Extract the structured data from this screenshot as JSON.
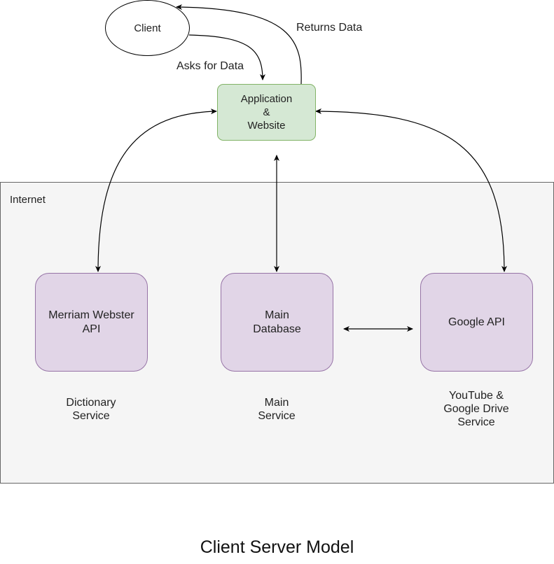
{
  "diagram": {
    "title": "Client Server Model",
    "internet_label": "Internet",
    "client": "Client",
    "application": {
      "lines": [
        "Application",
        "&",
        "Website"
      ]
    },
    "services": {
      "merriam": {
        "lines": [
          "Merriam Webster",
          "API"
        ]
      },
      "database": {
        "lines": [
          "Main",
          "Database"
        ]
      },
      "google": {
        "lines": [
          "Google API"
        ]
      }
    },
    "captions": {
      "dictionary": {
        "lines": [
          "Dictionary",
          "Service"
        ]
      },
      "main": {
        "lines": [
          "Main",
          "Service"
        ]
      },
      "youtube": {
        "lines": [
          "YouTube &",
          "Google Drive",
          "Service"
        ]
      }
    },
    "edge_labels": {
      "asks": "Asks for Data",
      "returns": "Returns Data"
    }
  }
}
